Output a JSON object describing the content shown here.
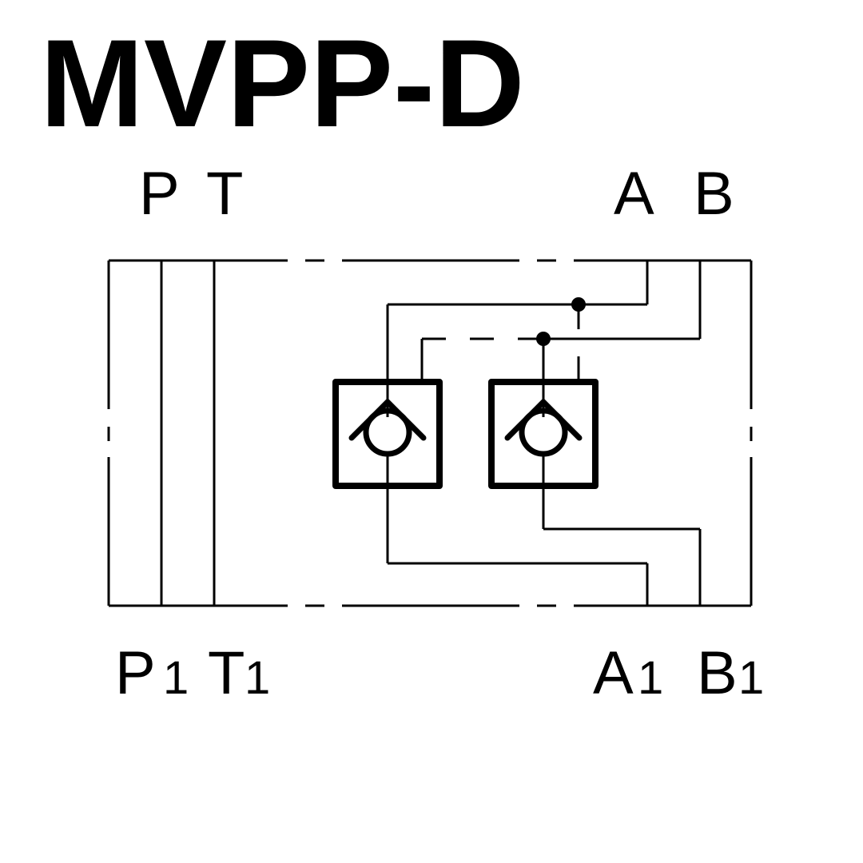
{
  "title": "MVPP-D",
  "ports_top": {
    "p": "P",
    "t": "T",
    "a": "A",
    "b": "B"
  },
  "ports_bottom": {
    "p": "P",
    "t": "T",
    "a": "A",
    "b": "B",
    "subscript": "1"
  },
  "symbols": {
    "check_valve": "check-valve-icon",
    "pilot_junction": "junction-dot"
  }
}
